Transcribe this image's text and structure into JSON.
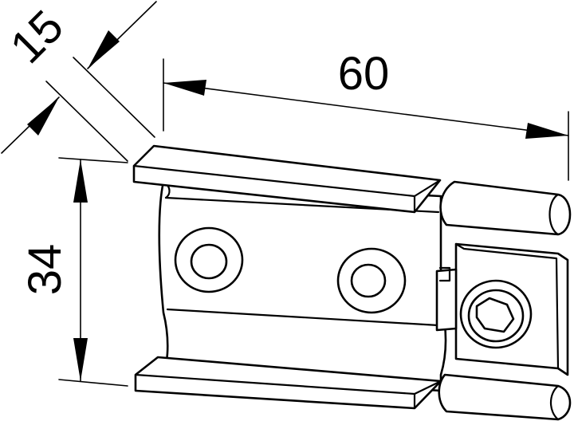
{
  "dimensions": {
    "depth": {
      "value": "15"
    },
    "length": {
      "value": "60"
    },
    "height": {
      "value": "34"
    }
  },
  "colors": {
    "line": "#000000",
    "background": "#ffffff"
  }
}
